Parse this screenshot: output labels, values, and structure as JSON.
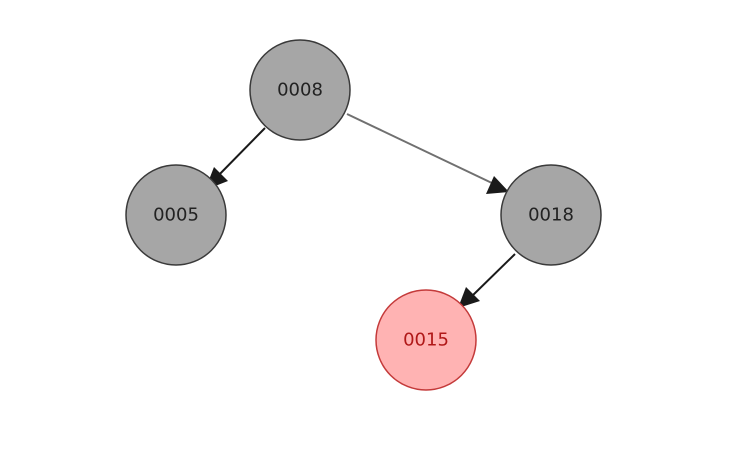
{
  "tree": {
    "nodes": [
      {
        "id": "n8",
        "label": "0008",
        "color": "normal"
      },
      {
        "id": "n5",
        "label": "0005",
        "color": "normal"
      },
      {
        "id": "n18",
        "label": "0018",
        "color": "normal"
      },
      {
        "id": "n15",
        "label": "0015",
        "color": "highlight"
      }
    ],
    "edges": [
      {
        "from": "n8",
        "to": "n5"
      },
      {
        "from": "n8",
        "to": "n18"
      },
      {
        "from": "n18",
        "to": "n15"
      }
    ]
  },
  "colors": {
    "node_fill": "#a6a6a6",
    "node_stroke": "#3a3a3a",
    "node_text": "#222222",
    "highlight_fill": "#ffb3b3",
    "highlight_stroke": "#c43a3a",
    "highlight_text": "#b01818",
    "edge_dark": "#1a1a1a",
    "edge_gray": "#707070"
  }
}
